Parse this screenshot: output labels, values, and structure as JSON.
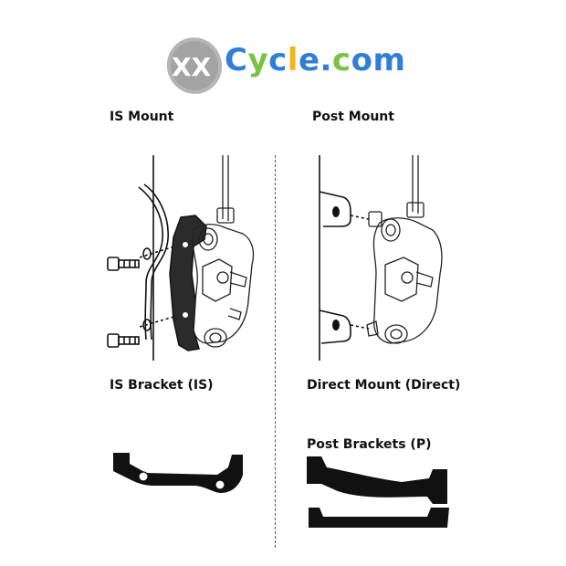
{
  "logo": {
    "letters": [
      {
        "ch": "C",
        "color": "#2f7fd6"
      },
      {
        "ch": "y",
        "color": "#7cc242"
      },
      {
        "ch": "c",
        "color": "#2f7fd6"
      },
      {
        "ch": "l",
        "color": "#f2b51c"
      },
      {
        "ch": "e",
        "color": "#2f7fd6"
      },
      {
        "ch": ".",
        "color": "#2f7fd6"
      },
      {
        "ch": "c",
        "color": "#7cc242"
      },
      {
        "ch": "o",
        "color": "#2f7fd6"
      },
      {
        "ch": "m",
        "color": "#2f7fd6"
      }
    ],
    "badge_text": "XX",
    "badge_color": "#9a9a9a"
  },
  "labels": {
    "is_mount": "IS Mount",
    "post_mount": "Post Mount",
    "is_bracket": "IS Bracket (IS)",
    "direct_mount": "Direct Mount (Direct)",
    "post_brackets": "Post Brackets (P)"
  },
  "colors": {
    "line": "#111111",
    "bracket_fill": "#111111",
    "caliper_stroke": "#222222"
  }
}
